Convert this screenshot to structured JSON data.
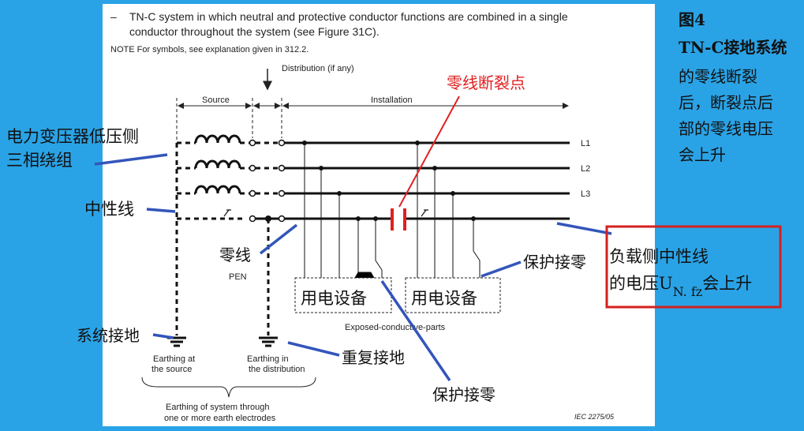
{
  "header": {
    "bullet": "–",
    "line1": "TN-C system in which neutral and protective conductor functions are combined in a single",
    "line2": "conductor throughout the system (see Figure 31C).",
    "note": "NOTE  For symbols, see explanation given in 312.2."
  },
  "figure": {
    "distribution_label": "Distribution (if any)",
    "source_label": "Source",
    "installation_label": "Installation",
    "lines": [
      "L1",
      "L2",
      "L3"
    ],
    "pen_label": "PEN",
    "exposed_label": "Exposed-conductive-parts",
    "earth_source_1": "Earthing at",
    "earth_source_2": "the source",
    "earth_dist_1": "Earthing in",
    "earth_dist_2": "the distribution",
    "earth_system_1": "Earthing of system through",
    "earth_system_2": "one or more earth electrodes",
    "iec_code": "IEC   2275/05"
  },
  "annotations": {
    "break_point": "零线断裂点",
    "transformer_1": "电力变压器低压侧",
    "transformer_2": "三相绕组",
    "neutral": "中性线",
    "zero_line": "零线",
    "system_ground": "系统接地",
    "repeat_ground": "重复接地",
    "protect_zero_bottom": "保护接零",
    "protect_zero_right": "保护接零",
    "equipment_1": "用电设备",
    "equipment_2": "用电设备",
    "load_voltage_1": "负载侧中性线",
    "load_voltage_2_a": "的电压U",
    "load_voltage_sub": "N. fz",
    "load_voltage_2_b": "会上升"
  },
  "side_title": {
    "line1": "图4",
    "line2": "TN-C接地系统",
    "line3": "的零线断裂",
    "line4": "后，断裂点后",
    "line5": "部的零线电压",
    "line6": "会上升"
  },
  "colors": {
    "background": "#2aa3e6",
    "pointer": "#3355bb",
    "break_red": "#e02020",
    "box_red": "#d42020"
  }
}
